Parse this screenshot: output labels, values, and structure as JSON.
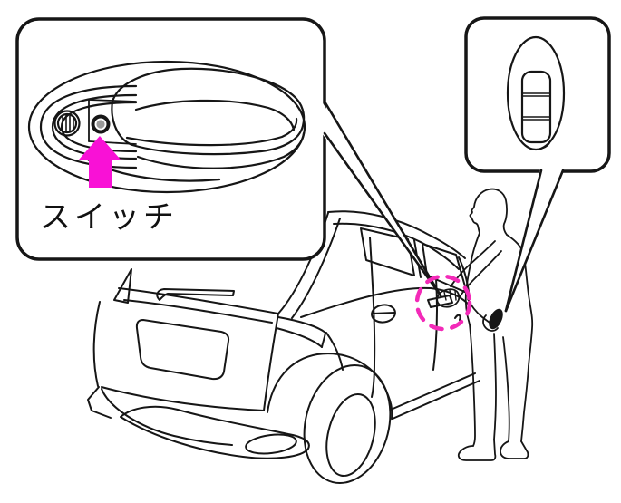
{
  "figure": {
    "type": "owner-manual-illustration",
    "subject": "smart-key-door-handle-switch",
    "colors": {
      "background": "#ffffff",
      "line": "#161616",
      "arrow": "#f911d6",
      "highlight_circle": "#f32ab8",
      "switch_center": "#9a9a9a"
    },
    "insets": {
      "door_handle": {
        "label": "スイッチ"
      },
      "key_fob": {}
    },
    "icons": [
      "door-handle-icon",
      "keyhole-icon",
      "switch-button-icon",
      "key-fob-icon",
      "car-rear-icon",
      "person-icon"
    ]
  }
}
